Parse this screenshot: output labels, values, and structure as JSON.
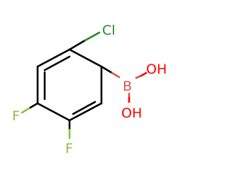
{
  "molecule": {
    "atoms": {
      "chlorine": {
        "symbol": "Cl",
        "color": "#228b22"
      },
      "boron": {
        "symbol": "B",
        "color": "#d4574e"
      },
      "hydroxyl_top": {
        "symbol": "OH",
        "color": "#ff0000"
      },
      "hydroxyl_bottom": {
        "symbol": "OH",
        "color": "#ff0000"
      },
      "fluorine_left": {
        "symbol": "F",
        "color": "#8fbf3f"
      },
      "fluorine_bottom": {
        "symbol": "F",
        "color": "#8fbf3f"
      }
    },
    "bond_color": "#000000"
  }
}
